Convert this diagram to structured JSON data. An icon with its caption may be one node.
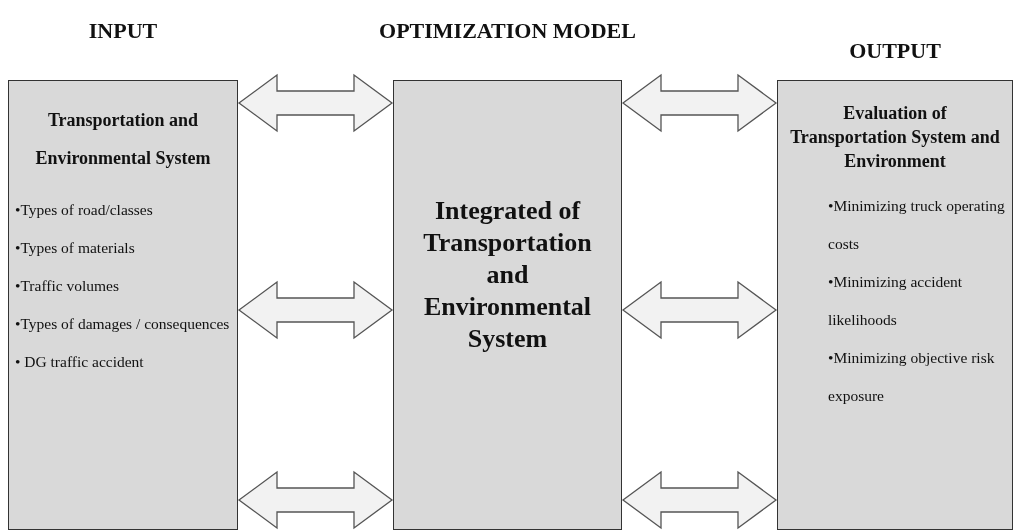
{
  "diagram": {
    "nodes": [
      {
        "text": [
          "INPUT",
          "Transportation and Environmental System",
          "•Types of road/classes",
          "•Types of materials",
          "•Traffic volumes",
          "•Types of damages / consequences",
          "• DG traffic accident"
        ]
      },
      {
        "text": [
          "OPTIMIZATION MODEL",
          "Integrated of Transportation and Environmental System"
        ]
      },
      {
        "text": [
          "OUTPUT",
          "Evaluation of Transportation System and Environment",
          "•Minimizing truck operating costs",
          "•Minimizing accident likelihoods",
          "•Minimizing objective risk exposure"
        ]
      }
    ],
    "edges": [
      {
        "from": 0,
        "to": 1,
        "arrow": "both"
      },
      {
        "from": 0,
        "to": 1,
        "arrow": "both"
      },
      {
        "from": 0,
        "to": 1,
        "arrow": "both"
      },
      {
        "from": 1,
        "to": 2,
        "arrow": "both"
      },
      {
        "from": 1,
        "to": 2,
        "arrow": "both"
      },
      {
        "from": 1,
        "to": 2,
        "arrow": "both"
      }
    ]
  }
}
